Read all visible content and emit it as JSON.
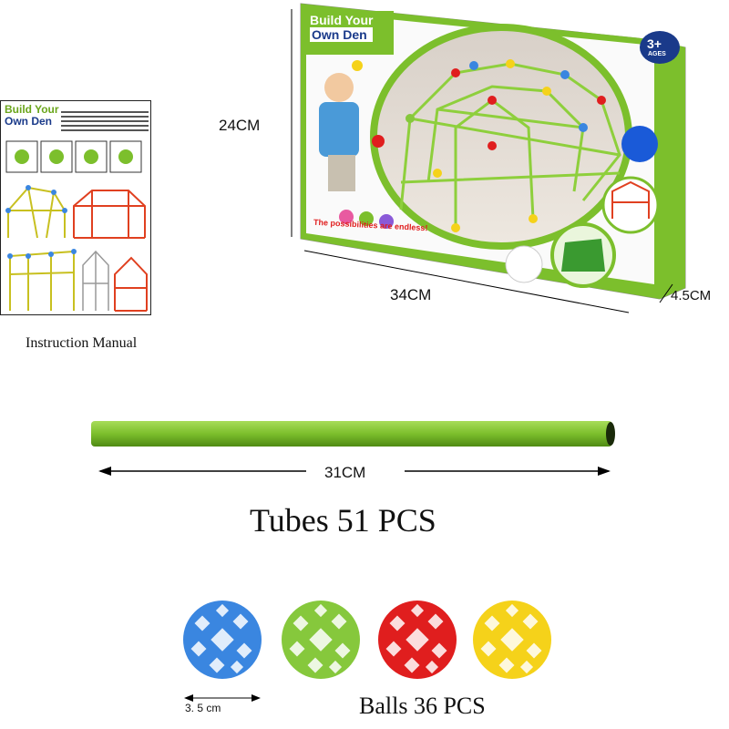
{
  "manual": {
    "title_line1": "Build Your",
    "title_line2": "Own Den",
    "caption": "Instruction Manual"
  },
  "box": {
    "title_line1": "Build Your",
    "title_line2": "Own Den",
    "age_badge": "3+",
    "age_badge_sub": "AGES",
    "tagline": "The possibilities are endless!",
    "height_label": "24CM",
    "width_label": "34CM",
    "depth_label": "4.5CM"
  },
  "tube": {
    "length_label": "31CM",
    "caption": "Tubes 51 PCS",
    "color": "#7cbf2c"
  },
  "balls": {
    "size_label": "3. 5  cm",
    "caption": "Balls 36 PCS",
    "colors": [
      "#3a86e0",
      "#86c83c",
      "#e01e1e",
      "#f5d21a"
    ]
  }
}
